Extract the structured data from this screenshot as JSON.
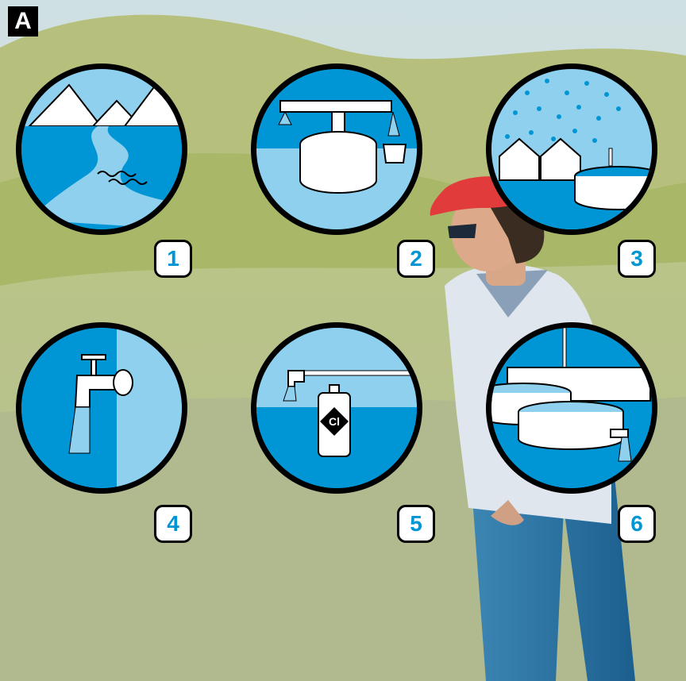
{
  "panel_label": "A",
  "steps": [
    {
      "number": "1",
      "icon": "mountain-river-icon"
    },
    {
      "number": "2",
      "icon": "tap-tank-bucket-icon"
    },
    {
      "number": "3",
      "icon": "rain-roof-tank-icon"
    },
    {
      "number": "4",
      "icon": "wall-tap-icon"
    },
    {
      "number": "5",
      "icon": "tap-chlorine-bottle-icon"
    },
    {
      "number": "6",
      "icon": "treatment-tanks-icon"
    }
  ],
  "chlorine_label": "Cl",
  "colors": {
    "water_blue": "#0096d6",
    "light_blue": "#8fd0ee",
    "badge_text": "#0096d6",
    "hills": "#a9b86a",
    "sky": "#d7e4dc"
  }
}
